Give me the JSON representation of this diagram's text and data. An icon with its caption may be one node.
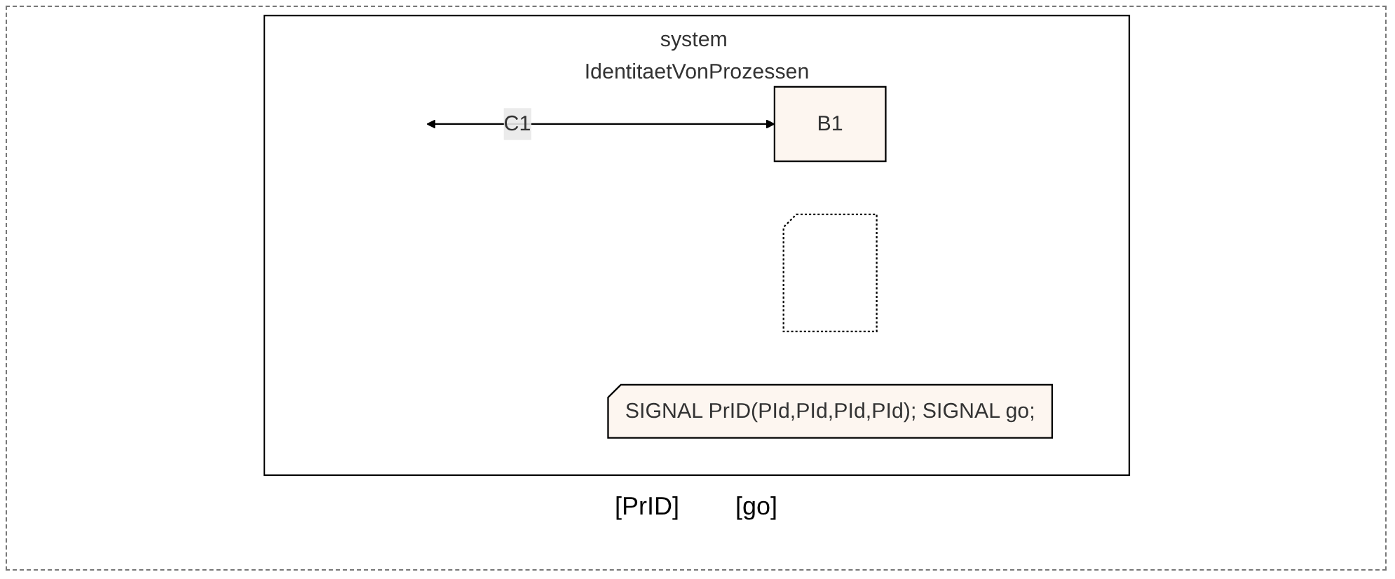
{
  "diagram": {
    "nodes": [
      {
        "text": [
          "system IdentitaetVonProzessen"
        ]
      },
      {
        "text": [],
        "shape": "note",
        "in": 0
      },
      {
        "text": [
          "SIGNAL PrID(PId,PId,PId,PId); SIGNAL go;"
        ],
        "in": 0
      },
      {
        "text": [
          "B1"
        ],
        "in": 0
      }
    ],
    "edges": [
      {
        "from": null,
        "to": 3,
        "arrow": "both",
        "label": "C1"
      }
    ],
    "labels": [
      "[PrID]",
      "[go]"
    ]
  }
}
